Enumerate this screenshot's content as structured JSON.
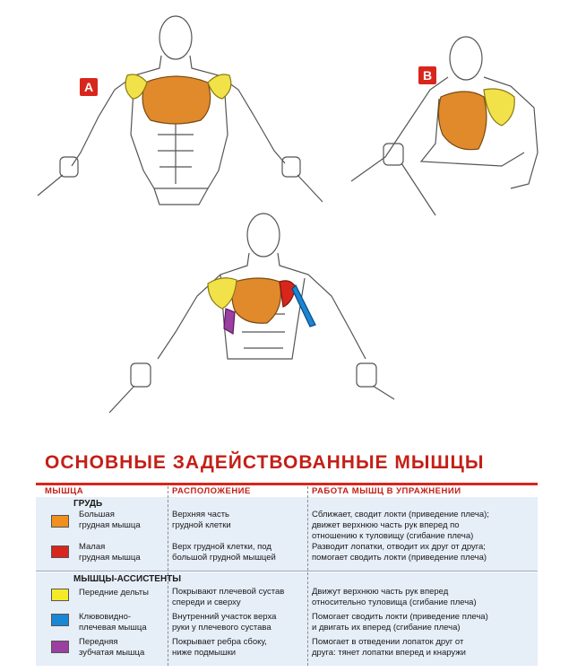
{
  "badges": {
    "a": "A",
    "b": "B"
  },
  "legend": {
    "title": "ОСНОВНЫЕ ЗАДЕЙСТВОВАННЫЕ МЫШЦЫ",
    "headers": {
      "muscle": "МЫШЦА",
      "location": "РАСПОЛОЖЕНИЕ",
      "work": "РАБОТА МЫШЦ В УПРАЖНЕНИИ"
    },
    "groups": {
      "primary": "ГРУДЬ",
      "assist": "МЫШЦЫ-АССИСТЕНТЫ"
    },
    "rows": [
      {
        "color": "#f0901e",
        "name": [
          "Большая",
          "грудная мышца"
        ],
        "location": [
          "Верхняя часть",
          "грудной клетки"
        ],
        "work": [
          "Сближает, сводит локти (приведение плеча);",
          "движет верхнюю часть рук вперед по",
          "отношению к туловищу (сгибание плеча)"
        ]
      },
      {
        "color": "#d8261c",
        "name": [
          "Малая",
          "грудная мышца"
        ],
        "location": [
          "Верх грудной клетки, под",
          "большой грудной мышцей"
        ],
        "work": [
          "Разводит лопатки, отводит их друг от друга;",
          "помогает сводить локти (приведение плеча)"
        ]
      },
      {
        "color": "#f5ea2a",
        "name": [
          "Передние дельты"
        ],
        "location": [
          "Покрывают плечевой сустав",
          "спереди и сверху"
        ],
        "work": [
          "Движут верхнюю часть рук вперед",
          "относительно туловища (сгибание плеча)"
        ]
      },
      {
        "color": "#1a86d4",
        "name": [
          "Клювовидно-",
          "плечевая мышца"
        ],
        "location": [
          "Внутренний участок верха",
          "руки у плечевого сустава"
        ],
        "work": [
          "Помогает сводить локти (приведение плеча)",
          "и двигать их вперед (сгибание плеча)"
        ]
      },
      {
        "color": "#9b3fa0",
        "name": [
          "Передняя",
          "зубчатая мышца"
        ],
        "location": [
          "Покрывает ребра сбоку,",
          "ниже подмышки"
        ],
        "work": [
          "Помогает в отведении лопаток друг от",
          "друга: тянет лопатки вперед и кнаружи"
        ]
      }
    ]
  }
}
